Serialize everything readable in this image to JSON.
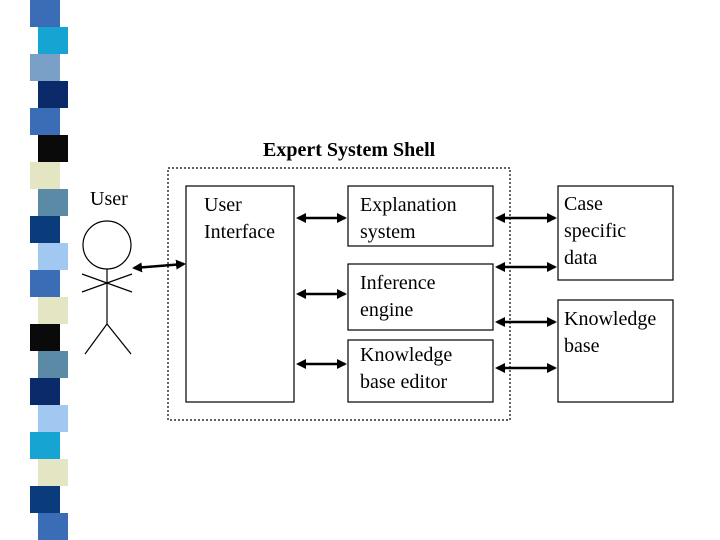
{
  "diagram": {
    "title": "Expert System Shell",
    "user_label": "User",
    "boxes": {
      "user_interface": "User\nInterface",
      "explanation_system": "Explanation\nsystem",
      "inference_engine": "Inference\nengine",
      "knowledge_base_editor": "Knowledge\nbase editor",
      "case_specific_data": "Case\nspecific\ndata",
      "knowledge_base": "Knowledge\nbase"
    }
  },
  "colors": {
    "strip": [
      "#3a6db5",
      "#16a5d3",
      "#7aa0c8",
      "#0a2a6a",
      "#3a6db5",
      "#0a0a0a",
      "#e3e5c3",
      "#5b8aa6",
      "#0a3b7a",
      "#a0c8f0",
      "#3a6db5",
      "#e3e5c3",
      "#0a0a0a",
      "#5b8aa6",
      "#0a2a6a",
      "#a0c8f0",
      "#16a5d3",
      "#e3e5c3",
      "#0a3b7a",
      "#3a6db5"
    ],
    "stroke": "#000000",
    "dashed_border": "#000000"
  }
}
